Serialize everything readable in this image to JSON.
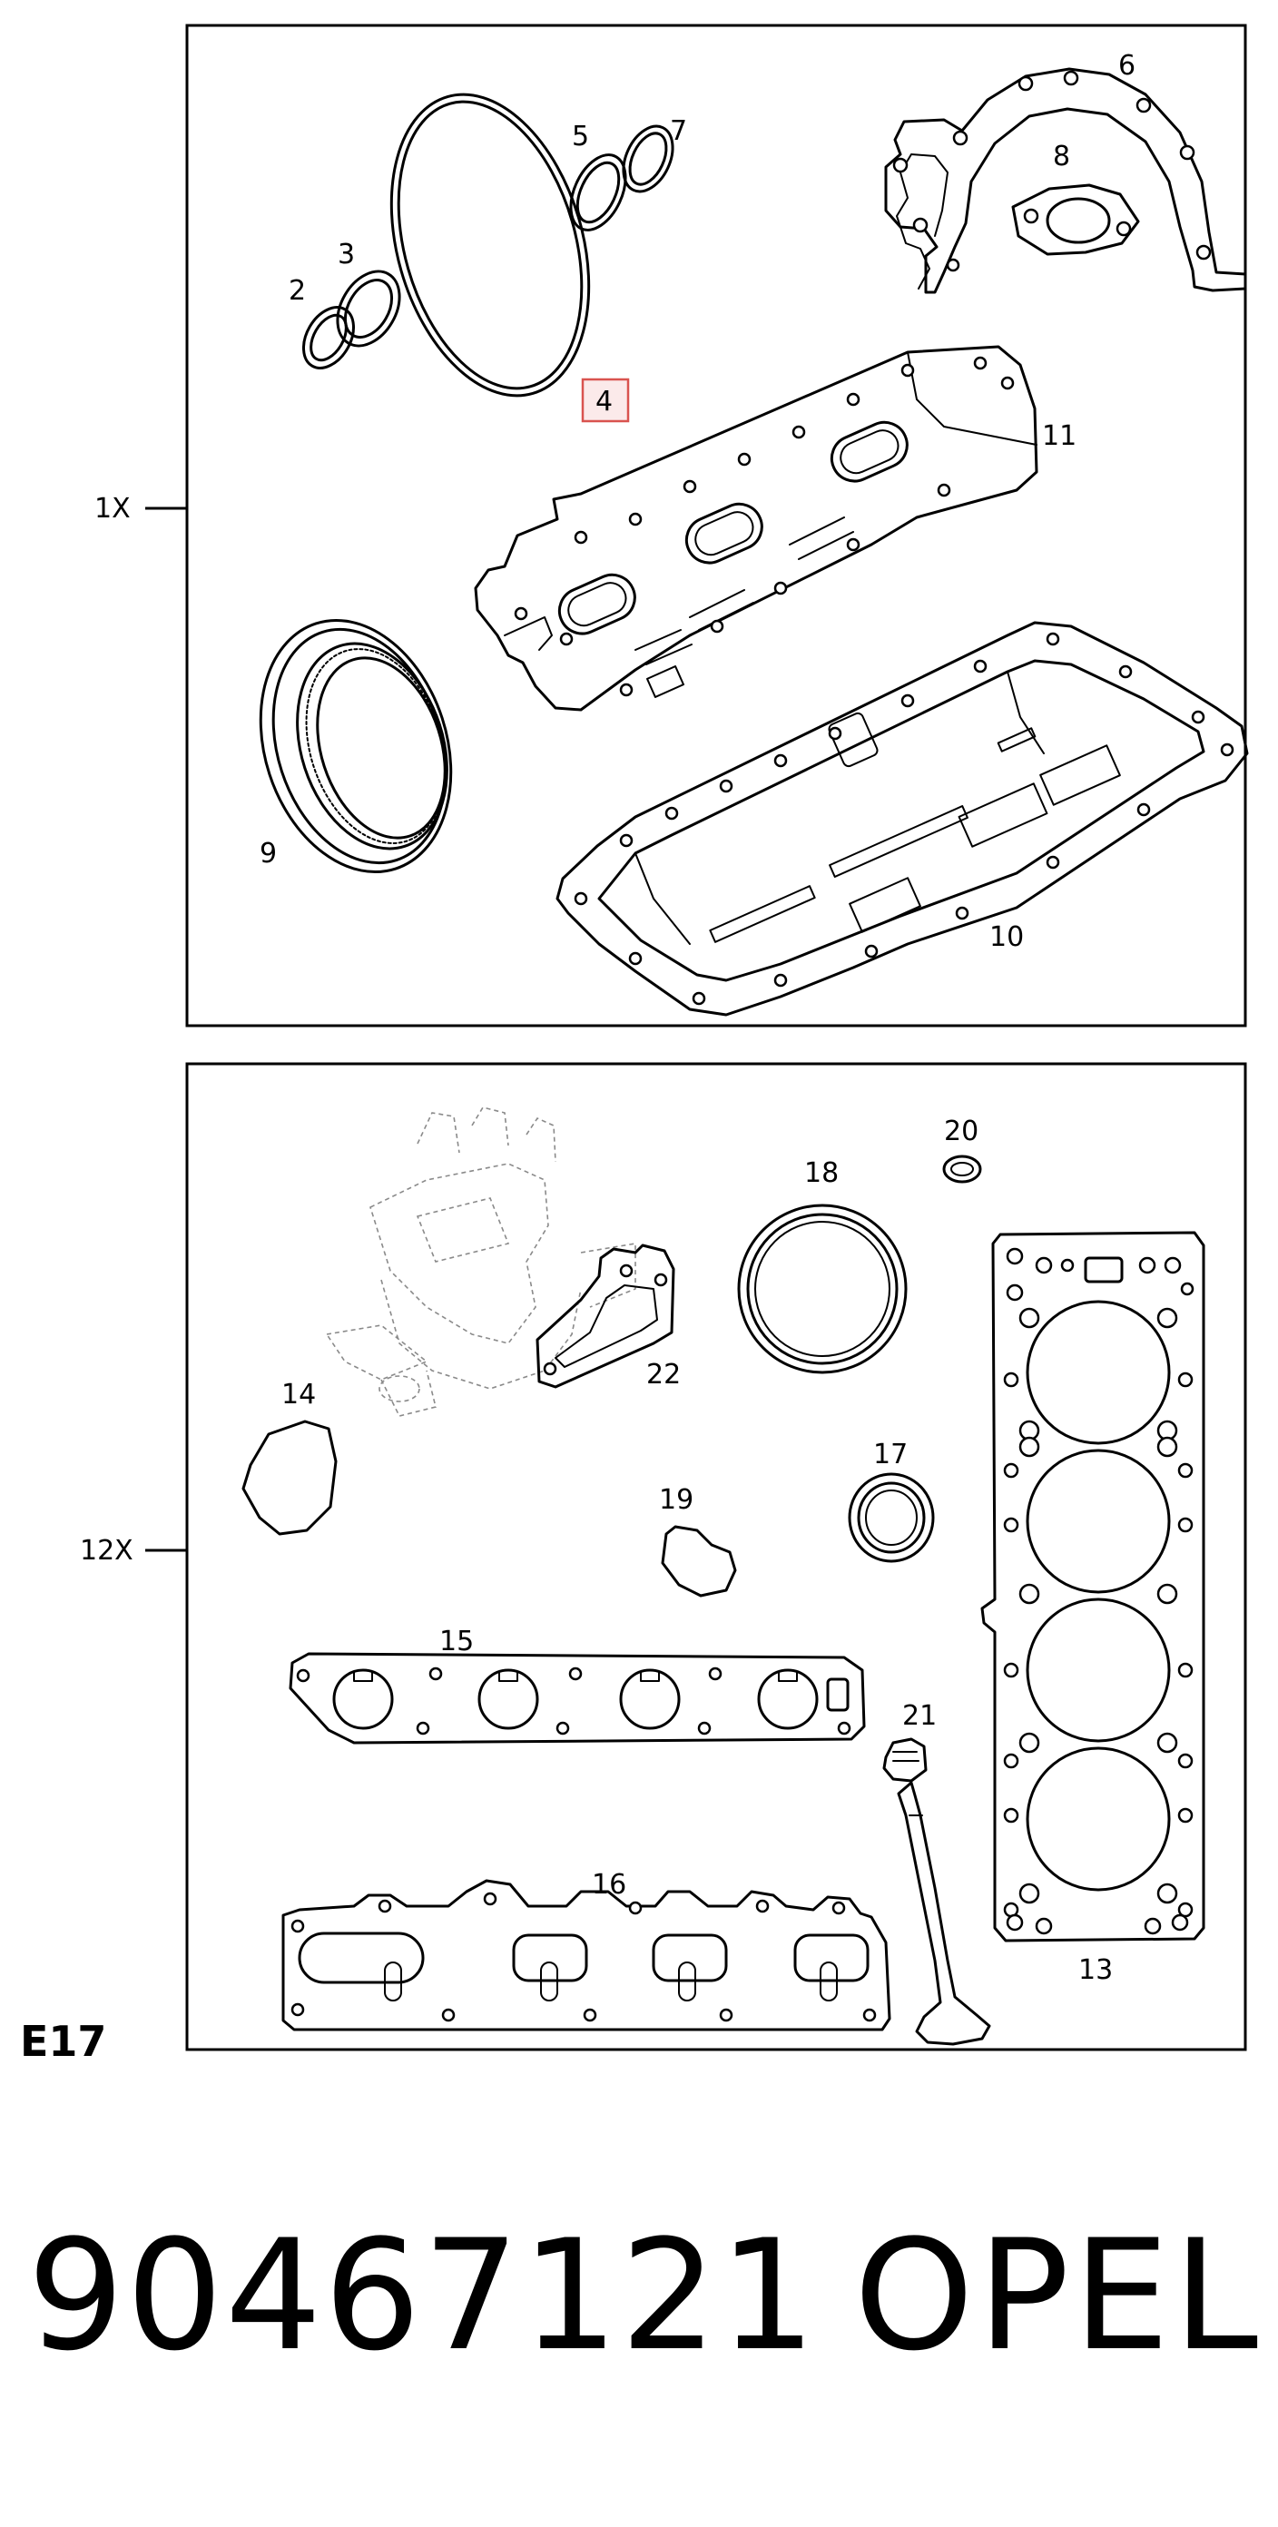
{
  "section_code": "E17",
  "part_number": "90467121",
  "brand": "OPEL",
  "top_panel": {
    "quantity": "1X",
    "highlighted_item": "4",
    "callouts": [
      "2",
      "3",
      "4",
      "5",
      "6",
      "7",
      "8",
      "9",
      "10",
      "11"
    ]
  },
  "bottom_panel": {
    "quantity": "12X",
    "callouts": [
      "13",
      "14",
      "15",
      "16",
      "17",
      "18",
      "19",
      "20",
      "21",
      "22"
    ]
  },
  "colors": {
    "highlight_stroke": "#d9534f",
    "highlight_fill": "#fbeaea",
    "ink": "#000000"
  }
}
